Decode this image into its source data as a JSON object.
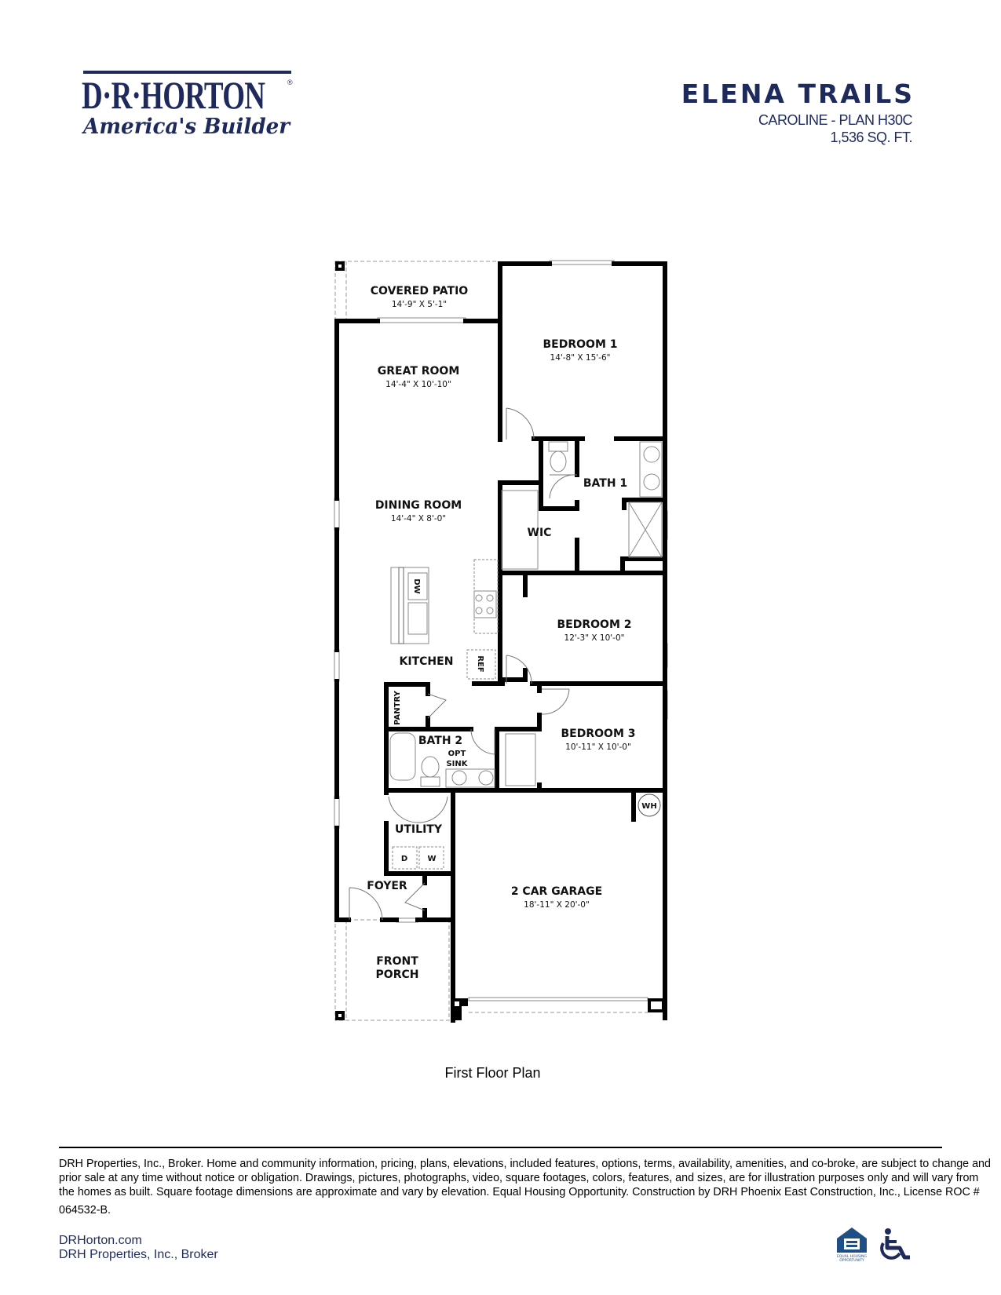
{
  "brand": {
    "logo_text": "D·R·HORTON",
    "registered_mark": "®",
    "tagline": "America's Builder",
    "color": "#1f2a5c"
  },
  "header": {
    "community": "ELENA TRAILS",
    "plan": "CAROLINE - PLAN H30C",
    "square_feet": "1,536 SQ. FT."
  },
  "floor_plan": {
    "caption": "First Floor Plan",
    "rooms": {
      "covered_patio": {
        "name": "COVERED PATIO",
        "dims": "14'-9\" X 5'-1\""
      },
      "great_room": {
        "name": "GREAT ROOM",
        "dims": "14'-4\" X 10'-10\""
      },
      "bedroom_1": {
        "name": "BEDROOM 1",
        "dims": "14'-8\" X 15'-6\""
      },
      "dining_room": {
        "name": "DINING ROOM",
        "dims": "14'-4\" X 8'-0\""
      },
      "bath_1": {
        "name": "BATH 1"
      },
      "wic": {
        "name": "WIC"
      },
      "bedroom_2": {
        "name": "BEDROOM 2",
        "dims": "12'-3\" X 10'-0\""
      },
      "kitchen": {
        "name": "KITCHEN"
      },
      "pantry": {
        "name": "PANTRY"
      },
      "bath_2": {
        "name": "BATH 2"
      },
      "opt_sink_1": "OPT",
      "opt_sink_2": "SINK",
      "bedroom_3": {
        "name": "BEDROOM 3",
        "dims": "10'-11\" X 10'-0\""
      },
      "utility": {
        "name": "UTILITY"
      },
      "foyer": {
        "name": "FOYER"
      },
      "garage": {
        "name": "2 CAR GARAGE",
        "dims": "18'-11\" X 20'-0\""
      },
      "front_porch_1": "FRONT",
      "front_porch_2": "PORCH"
    },
    "appliances": {
      "dishwasher": "DW",
      "refrigerator": "REF",
      "dryer": "D",
      "washer": "W",
      "water_heater": "WH"
    }
  },
  "footer": {
    "disclaimer_lines": [
      "DRH Properties, Inc., Broker. Home and community information, pricing, plans, elevations, included features, options, terms, availability, amenities, and co-broke, are subject to change and",
      "prior sale at any time without notice or obligation. Drawings, pictures, photographs, video, square footages, colors, features, and sizes, are for illustration purposes only and will vary from",
      "the homes as built. Square footage dimensions are approximate and vary by elevation. Equal Housing Opportunity. Construction by DRH Phoenix East Construction, Inc., License ROC #",
      "064532-B."
    ],
    "website": "DRHorton.com",
    "broker": "DRH Properties, Inc., Broker",
    "equal_housing_logo_text": "EQUAL HOUSING OPPORTUNITY",
    "icons": [
      "equal-housing-icon",
      "wheelchair-accessibility-icon"
    ]
  }
}
